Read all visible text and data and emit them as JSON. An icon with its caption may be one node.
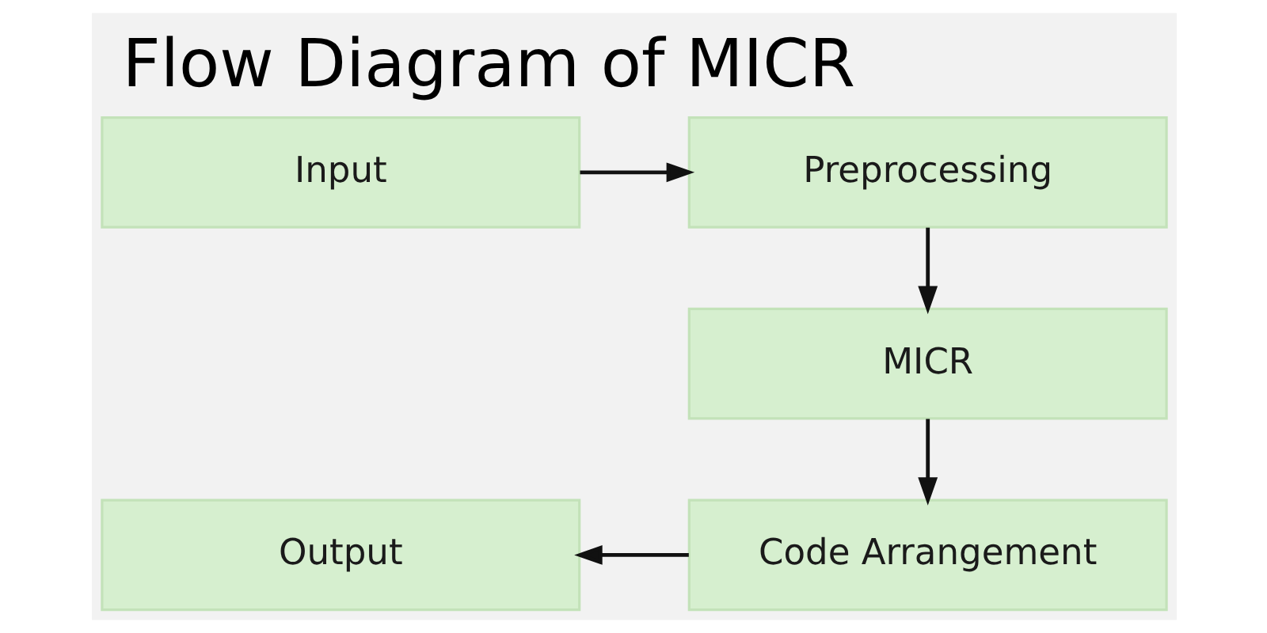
{
  "diagram": {
    "title": "Flow Diagram of MICR",
    "nodes": [
      {
        "text": [
          "Input"
        ]
      },
      {
        "text": [
          "Preprocessing"
        ]
      },
      {
        "text": [
          "MICR"
        ]
      },
      {
        "text": [
          "Code Arrangement"
        ]
      },
      {
        "text": [
          "Output"
        ]
      }
    ],
    "edges": [
      {
        "from": 0,
        "to": 1,
        "arrow": "to"
      },
      {
        "from": 1,
        "to": 2,
        "arrow": "to"
      },
      {
        "from": 2,
        "to": 3,
        "arrow": "to"
      },
      {
        "from": 3,
        "to": 4,
        "arrow": "to"
      }
    ]
  }
}
